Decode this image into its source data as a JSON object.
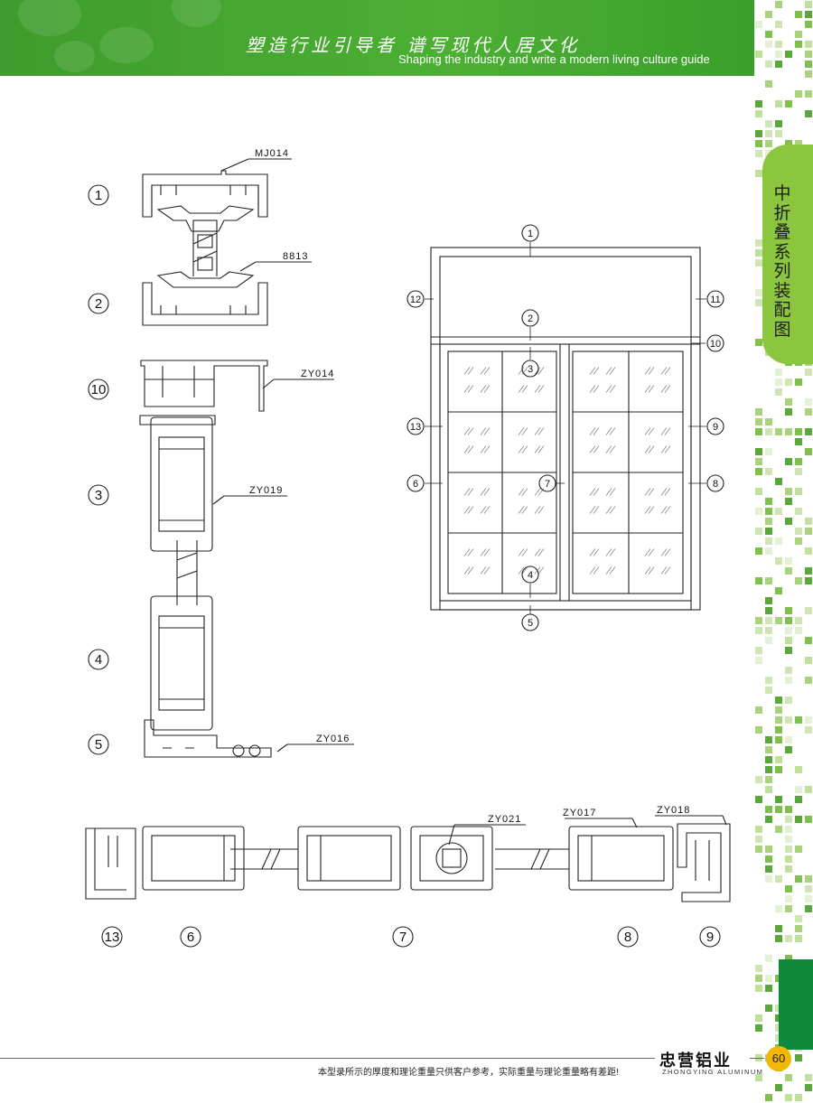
{
  "header": {
    "slogan_cn": "塑造行业引导者  谱写现代人居文化",
    "slogan_en": "Shaping the industry and write a modern living culture guide"
  },
  "side_tab": {
    "title": "中折叠系列装配图"
  },
  "profiles": {
    "mj014": "MJ014",
    "p8813": "8813",
    "zy014": "ZY014",
    "zy019": "ZY019",
    "zy016": "ZY016",
    "zy021": "ZY021",
    "zy017": "ZY017",
    "zy018": "ZY018"
  },
  "callouts": {
    "c1": "1",
    "c2": "2",
    "c3": "3",
    "c4": "4",
    "c5": "5",
    "c6": "6",
    "c7": "7",
    "c8": "8",
    "c9": "9",
    "c10": "10",
    "c11": "11",
    "c12": "12",
    "c13": "13"
  },
  "footer": {
    "brand_cn": "忠营铝业",
    "brand_en": "ZHONGYING ALUMINUM",
    "disclaimer": "本型录所示的厚度和理论重量只供客户参考，实际重量与理论重量略有差距!",
    "page_number": "60"
  },
  "colors": {
    "header_green": "#4caf34",
    "tab_green": "#8cc63f",
    "dark_green": "#0f8a3c",
    "page_badge": "#f2b705"
  }
}
